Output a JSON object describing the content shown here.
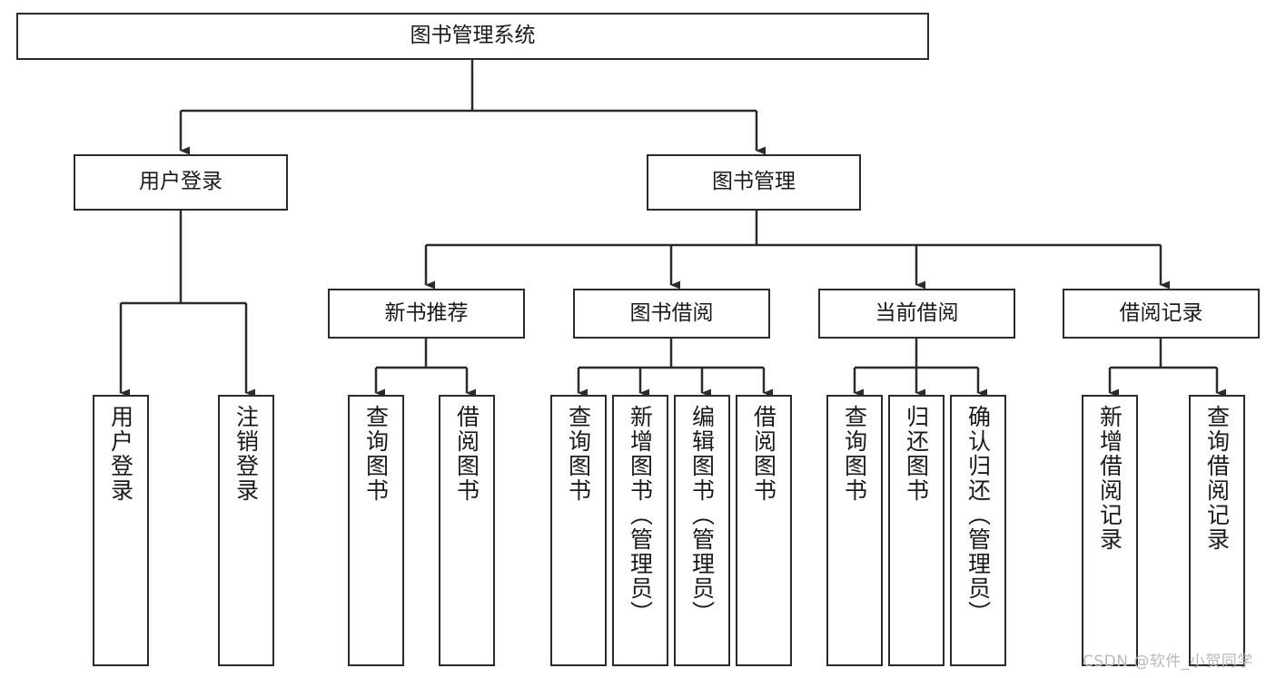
{
  "diagram": {
    "title": "图书管理系统",
    "type": "hierarchy-tree",
    "theme": {
      "background": "#ffffff",
      "border": "#2b2b2b",
      "text": "#1a1a1a",
      "connector": "#2b2b2b",
      "watermark": "#b9b9b9"
    },
    "root": {
      "label": "图书管理系统"
    },
    "level2": [
      {
        "label": "用户登录"
      },
      {
        "label": "图书管理"
      }
    ],
    "level3": [
      {
        "label": "新书推荐"
      },
      {
        "label": "图书借阅"
      },
      {
        "label": "当前借阅"
      },
      {
        "label": "借阅记录"
      }
    ],
    "leaves": {
      "user_login": [
        {
          "label": "用户登录"
        },
        {
          "label": "注销登录"
        }
      ],
      "new_book_recommend": [
        {
          "label": "查询图书"
        },
        {
          "label": "借阅图书"
        }
      ],
      "book_borrow": [
        {
          "label": "查询图书"
        },
        {
          "label": "新增图书（管理员）"
        },
        {
          "label": "编辑图书（管理员）"
        },
        {
          "label": "借阅图书"
        }
      ],
      "current_borrow": [
        {
          "label": "查询图书"
        },
        {
          "label": "归还图书"
        },
        {
          "label": "确认归还（管理员）"
        }
      ],
      "borrow_record": [
        {
          "label": "新增借阅记录"
        },
        {
          "label": "查询借阅记录"
        }
      ]
    },
    "watermark": "CSDN @软件_小贺同学"
  }
}
